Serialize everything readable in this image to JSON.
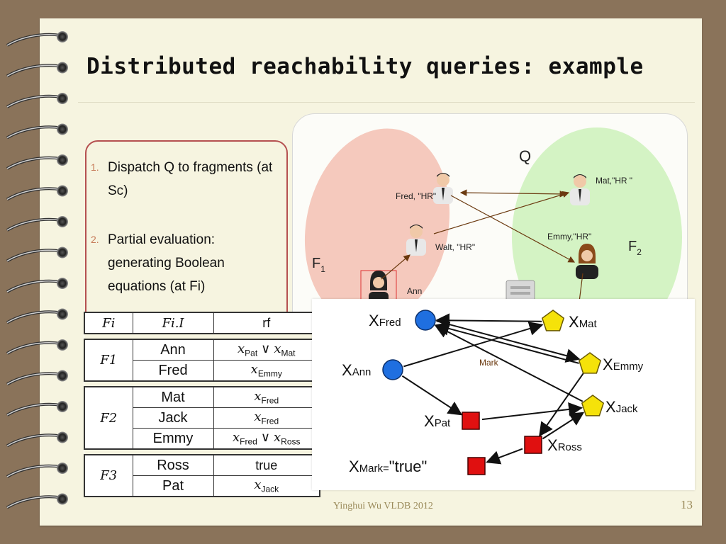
{
  "slide": {
    "title": "Distributed reachability queries: example",
    "footer": "Yinghui Wu VLDB  2012",
    "page_number": "13"
  },
  "steps": [
    {
      "number": "1.",
      "text": "Dispatch Q to fragments (at Sc)"
    },
    {
      "number": "2.",
      "text": "Partial evaluation: generating Boolean equations (at Fi)"
    }
  ],
  "scene": {
    "query_label": "Q",
    "fragments": [
      {
        "name": "F",
        "sub": "1",
        "color": "#f5c9bd"
      },
      {
        "name": "F",
        "sub": "2",
        "color": "#d4f3c4"
      }
    ],
    "people": {
      "fred": "Fred, \"HR\"",
      "walt": "Walt, \"HR\"",
      "ann": "Ann",
      "mat": "Mat,\"HR \"",
      "emmy": "Emmy,\"HR\"",
      "mark": "Mark"
    }
  },
  "table": {
    "headers": [
      "Fi",
      "Fi.I",
      "rf"
    ],
    "groups": [
      {
        "fragment": "F1",
        "rows": [
          {
            "node": "Ann",
            "rf": "xPat ∨ xMat"
          },
          {
            "node": "Fred",
            "rf": "xEmmy"
          }
        ]
      },
      {
        "fragment": "F2",
        "rows": [
          {
            "node": "Mat",
            "rf": "xFred"
          },
          {
            "node": "Jack",
            "rf": "xFred"
          },
          {
            "node": "Emmy",
            "rf": "xFred ∨ xRoss"
          }
        ]
      },
      {
        "fragment": "F3",
        "rows": [
          {
            "node": "Ross",
            "rf": "true"
          },
          {
            "node": "Pat",
            "rf": "xJack"
          }
        ]
      }
    ]
  },
  "graph": {
    "colors": {
      "circle": "#1f6fe0",
      "pentagon": "#f5e20a",
      "square": "#e01010"
    },
    "nodes": {
      "fred": {
        "base": "X",
        "sub": "Fred",
        "shape": "circle"
      },
      "ann": {
        "base": "X",
        "sub": "Ann",
        "shape": "circle"
      },
      "mat": {
        "base": "X",
        "sub": "Mat",
        "shape": "pentagon"
      },
      "emmy": {
        "base": "X",
        "sub": "Emmy",
        "shape": "pentagon"
      },
      "jack": {
        "base": "X",
        "sub": "Jack",
        "shape": "pentagon"
      },
      "pat": {
        "base": "X",
        "sub": "Pat",
        "shape": "square"
      },
      "ross": {
        "base": "X",
        "sub": "Ross",
        "shape": "square"
      },
      "mark": {
        "base": "X",
        "sub": "Mark=",
        "value": "\"true\"",
        "shape": "square"
      }
    }
  }
}
